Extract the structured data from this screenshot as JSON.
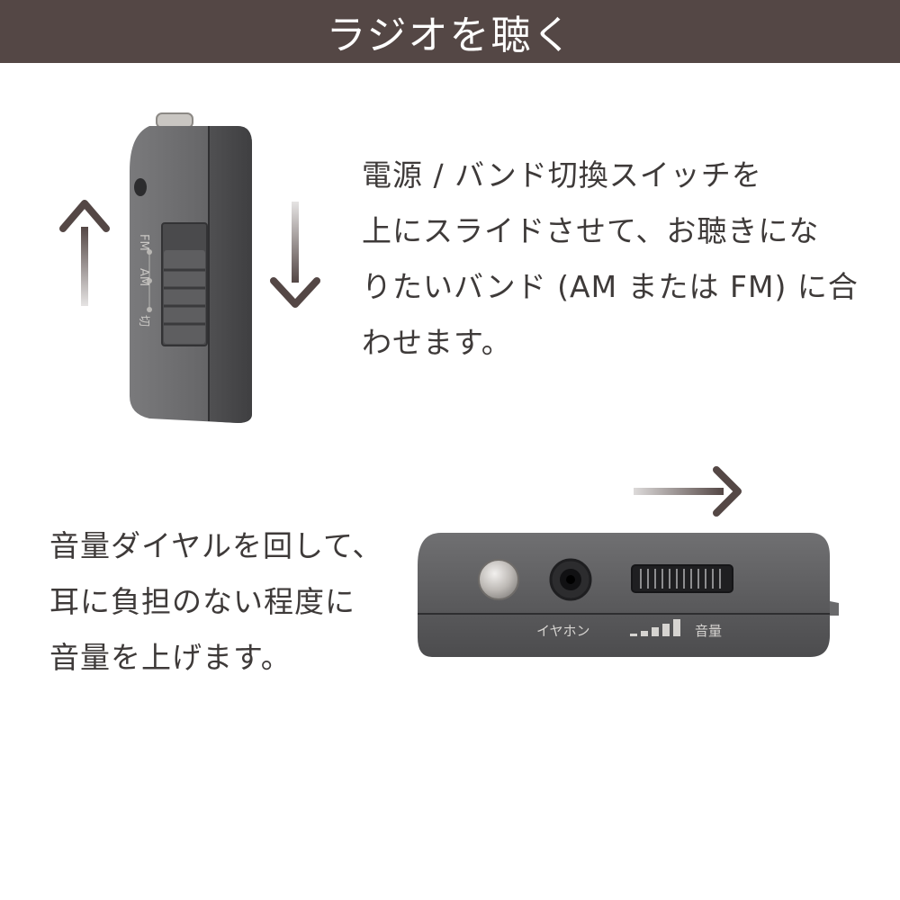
{
  "header": {
    "title": "ラジオを聴く",
    "background": "#544745",
    "text_color": "#ffffff"
  },
  "section_switch": {
    "lines": [
      "電源 / バンド切換スイッチを",
      "上にスライドさせて、お聴きにな",
      "りたいバンド (AM または FM) に合",
      "わせます。"
    ],
    "switch_labels": {
      "fm": "FM",
      "am": "AM",
      "off": "切"
    }
  },
  "section_volume": {
    "lines": [
      "音量ダイヤルを回して、",
      "耳に負担のない程度に",
      "音量を上げます。"
    ],
    "earphone_label": "イヤホン",
    "volume_label": "音量"
  },
  "colors": {
    "arrow": "#544745",
    "device_body": "#5b5b5d",
    "device_dark": "#3c3c3e",
    "text": "#3e3a39"
  }
}
